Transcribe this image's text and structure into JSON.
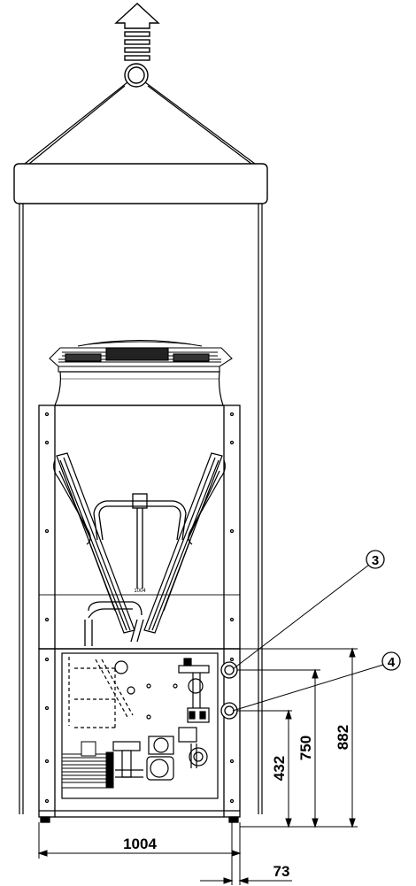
{
  "dimensions": {
    "width_main": "1004",
    "offset": "73",
    "height_1": "432",
    "height_2": "750",
    "height_3": "882",
    "inner_width": "1004"
  },
  "callouts": {
    "c3": "3",
    "c4": "4"
  }
}
